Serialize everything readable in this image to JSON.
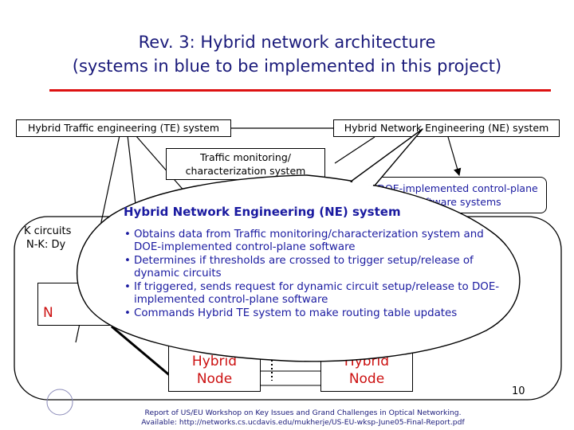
{
  "slide": {
    "title_line1": "Rev. 3: Hybrid network architecture",
    "title_line2": "(systems in blue to be implemented in this project)",
    "page_number": "10"
  },
  "systems": {
    "te": "Hybrid Traffic engineering (TE) system",
    "ne": "Hybrid Network Engineering (NE) system",
    "tm_line1": "Traffic monitoring/",
    "tm_line2": "characterization system",
    "doe_line1": "DOE-implemented control-plane",
    "doe_line2": "software systems"
  },
  "network": {
    "k_circuits": "K circuits",
    "n_k": "N-K: Dy",
    "left_node_fragment": "N",
    "node_top": "Hybrid",
    "node_bottom": "Node"
  },
  "callout": {
    "heading": "Hybrid Network Engineering (NE) system",
    "bullets": [
      "Obtains data from Traffic monitoring/characterization system and DOE-implemented control-plane software",
      "Determines if thresholds are crossed to trigger setup/release of dynamic circuits",
      "If triggered, sends request for dynamic circuit setup/release to DOE-implemented control-plane software",
      "Commands Hybrid TE system to make routing table updates"
    ]
  },
  "footer": {
    "line1": "Report of US/EU Workshop on Key Issues and Grand Challenges in Optical Networking.",
    "line2": "Available: http://networks.cs.ucdavis.edu/mukherje/US-EU-wksp-June05-Final-Report.pdf"
  },
  "colors": {
    "title": "#1a1a7a",
    "rule": "#dd1111",
    "callout_text": "#1a1aa0",
    "node_text": "#cc1010"
  }
}
